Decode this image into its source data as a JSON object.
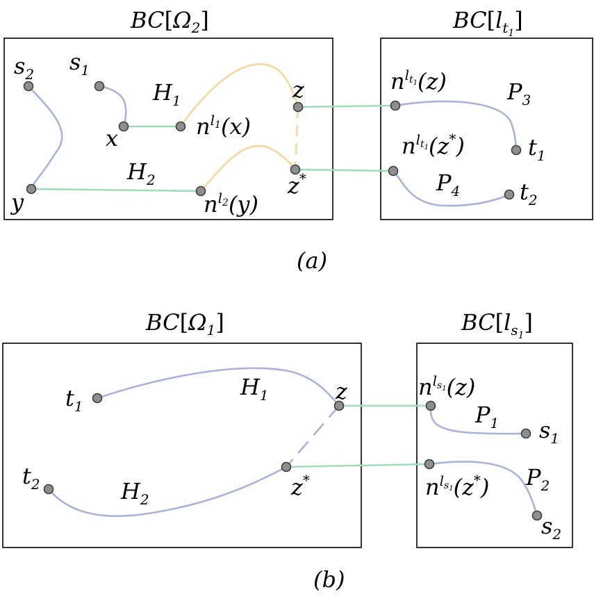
{
  "panel_a": {
    "left_box_title": {
      "base": "BC",
      "open": "[",
      "sym": "Ω",
      "sub": "2",
      "close": "]"
    },
    "right_box_title": {
      "base": "BC",
      "open": "[",
      "sym": "l",
      "sub": "t",
      "subsub": "1",
      "close": "]"
    },
    "caption": "(a)",
    "labels": {
      "s2": {
        "base": "s",
        "sub": "2"
      },
      "s1": {
        "base": "s",
        "sub": "1"
      },
      "x": "x",
      "y": "y",
      "H1": {
        "base": "H",
        "sub": "1"
      },
      "H2": {
        "base": "H",
        "sub": "2"
      },
      "n_l1_x": {
        "base": "n",
        "sup": "l",
        "supsub": "1",
        "arg": "(x)"
      },
      "n_l2_y": {
        "base": "n",
        "sup": "l",
        "supsub": "2",
        "arg": "(y)"
      },
      "z": "z",
      "z_star": {
        "base": "z",
        "sup": "*"
      },
      "n_lt1_z": {
        "base": "n",
        "sup": "l",
        "supsub": "t",
        "supsubsub": "1",
        "arg": "(z)"
      },
      "n_lt1_zstar": {
        "base": "n",
        "sup": "l",
        "supsub": "t",
        "supsubsub": "1",
        "arg_open": "(z",
        "arg_sup": "*",
        "arg_close": ")"
      },
      "P3": {
        "base": "P",
        "sub": "3"
      },
      "P4": {
        "base": "P",
        "sub": "4"
      },
      "t1": {
        "base": "t",
        "sub": "1"
      },
      "t2": {
        "base": "t",
        "sub": "2"
      }
    }
  },
  "panel_b": {
    "left_box_title": {
      "base": "BC",
      "open": "[",
      "sym": "Ω",
      "sub": "1",
      "close": "]"
    },
    "right_box_title": {
      "base": "BC",
      "open": "[",
      "sym": "l",
      "sub": "s",
      "subsub": "1",
      "close": "]"
    },
    "caption": "(b)",
    "labels": {
      "t1": {
        "base": "t",
        "sub": "1"
      },
      "t2": {
        "base": "t",
        "sub": "2"
      },
      "H1": {
        "base": "H",
        "sub": "1"
      },
      "H2": {
        "base": "H",
        "sub": "2"
      },
      "z": "z",
      "z_star": {
        "base": "z",
        "sup": "*"
      },
      "n_ls1_z": {
        "base": "n",
        "sup": "l",
        "supsub": "s",
        "supsubsub": "1",
        "arg": "(z)"
      },
      "n_ls1_zstar": {
        "base": "n",
        "sup": "l",
        "supsub": "s",
        "supsubsub": "1",
        "arg_open": "(z",
        "arg_sup": "*",
        "arg_close": ")"
      },
      "P1": {
        "base": "P",
        "sub": "1"
      },
      "P2": {
        "base": "P",
        "sub": "2"
      },
      "s1": {
        "base": "s",
        "sub": "1"
      },
      "s2": {
        "base": "s",
        "sub": "2"
      }
    }
  },
  "colors": {
    "path_edge": "#a9b2d8",
    "bridge_edge": "#9fdcb9",
    "hub_edge": "#f6d79c",
    "node_fill": "#8e8e8e",
    "node_stroke": "#3c3c3c"
  }
}
